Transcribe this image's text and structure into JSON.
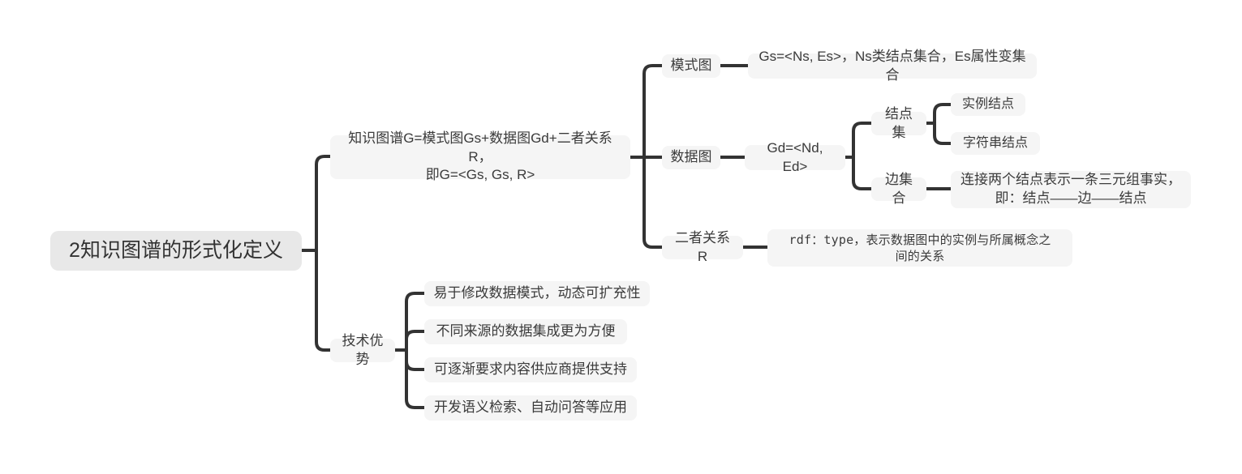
{
  "diagram": {
    "type": "mind-map",
    "title": "2知识图谱的形式化定义",
    "theme": {
      "background": "#ffffff",
      "root_fill": "#e8e8e8",
      "node_fill": "#f5f5f5",
      "text_color": "#3b3b3b",
      "connector_color": "#333333"
    }
  },
  "nodes": {
    "root": "2知识图谱的形式化定义",
    "definition": "知识图谱G=模式图Gs+数据图Gd+二者关系R，\n即G=<Gs, Gs, R>",
    "schema_graph": "模式图",
    "schema_graph_detail": "Gs=<Ns, Es>，Ns类结点集合，Es属性变集合",
    "data_graph": "数据图",
    "data_graph_detail": "Gd=<Nd, Ed>",
    "node_set": "结点集",
    "node_set_child_1": "实例结点",
    "node_set_child_2": "字符串结点",
    "edge_set": "边集合",
    "edge_set_detail": "连接两个结点表示一条三元组事实，\n即：结点——边——结点",
    "relation_r": "二者关系R",
    "relation_r_detail": "rdf：type，表示数据图中的实例与所属概念之\n间的关系",
    "tech_advantage": "技术优势",
    "advantage_1": "易于修改数据模式，动态可扩充性",
    "advantage_2": "不同来源的数据集成更为方便",
    "advantage_3": "可逐渐要求内容供应商提供支持",
    "advantage_4": "开发语义检索、自动问答等应用"
  }
}
